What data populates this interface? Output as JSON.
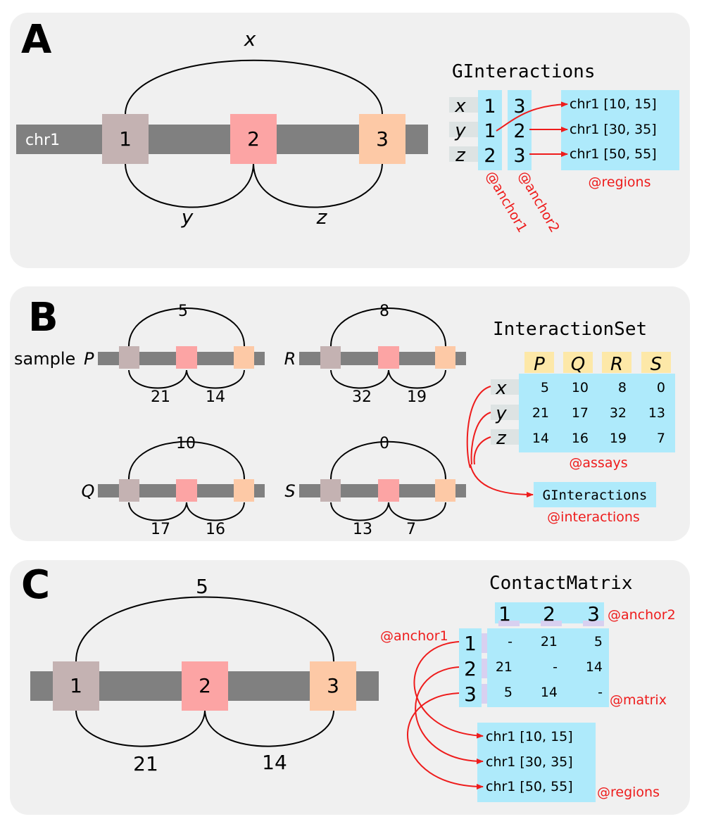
{
  "colors": {
    "panel_bg": "#f0f0f0",
    "chromosome": "#808080",
    "anchor1": "#c4b2b2",
    "anchor2": "#fca4a4",
    "anchor3": "#fdc9a6",
    "cyan_box": "#aeeafb",
    "sample_header": "#fde8a8",
    "label_bg": "#dde3e3",
    "red": "#ee1c1c"
  },
  "panel_a": {
    "letter": "A",
    "chrom_label": "chr1",
    "anchors": [
      "1",
      "2",
      "3"
    ],
    "arc_labels": {
      "x": "x",
      "y": "y",
      "z": "z"
    },
    "title": "GInteractions",
    "rows": [
      "x",
      "y",
      "z"
    ],
    "anchor1_values": [
      "1",
      "1",
      "2"
    ],
    "anchor2_values": [
      "3",
      "2",
      "3"
    ],
    "regions": [
      "chr1 [10, 15]",
      "chr1 [30, 35]",
      "chr1 [50, 55]"
    ],
    "slot_anchor1": "@anchor1",
    "slot_anchor2": "@anchor2",
    "slot_regions": "@regions"
  },
  "panel_b": {
    "letter": "B",
    "title": "InteractionSet",
    "sample_prefix": "sample",
    "samples": [
      {
        "name": "P",
        "top": "5",
        "left": "21",
        "right": "14"
      },
      {
        "name": "R",
        "top": "8",
        "left": "32",
        "right": "19"
      },
      {
        "name": "Q",
        "top": "10",
        "left": "17",
        "right": "16"
      },
      {
        "name": "S",
        "top": "0",
        "left": "13",
        "right": "7"
      }
    ],
    "columns": [
      "P",
      "Q",
      "R",
      "S"
    ],
    "rows": [
      "x",
      "y",
      "z"
    ],
    "assay_values": [
      [
        "5",
        "10",
        "8",
        "0"
      ],
      [
        "21",
        "17",
        "32",
        "13"
      ],
      [
        "14",
        "16",
        "19",
        "7"
      ]
    ],
    "interactions_box": "GInteractions",
    "slot_assays": "@assays",
    "slot_interactions": "@interactions"
  },
  "panel_c": {
    "letter": "C",
    "title": "ContactMatrix",
    "anchors": [
      "1",
      "2",
      "3"
    ],
    "top_label": "5",
    "left_label": "21",
    "right_label": "14",
    "col_headers": [
      "1",
      "2",
      "3"
    ],
    "row_headers": [
      "1",
      "2",
      "3"
    ],
    "matrix": [
      [
        "-",
        "21",
        "5"
      ],
      [
        "21",
        "-",
        "14"
      ],
      [
        "5",
        "14",
        "-"
      ]
    ],
    "regions": [
      "chr1 [10, 15]",
      "chr1 [30, 35]",
      "chr1 [50, 55]"
    ],
    "slot_anchor1": "@anchor1",
    "slot_anchor2": "@anchor2",
    "slot_matrix": "@matrix",
    "slot_regions": "@regions"
  }
}
